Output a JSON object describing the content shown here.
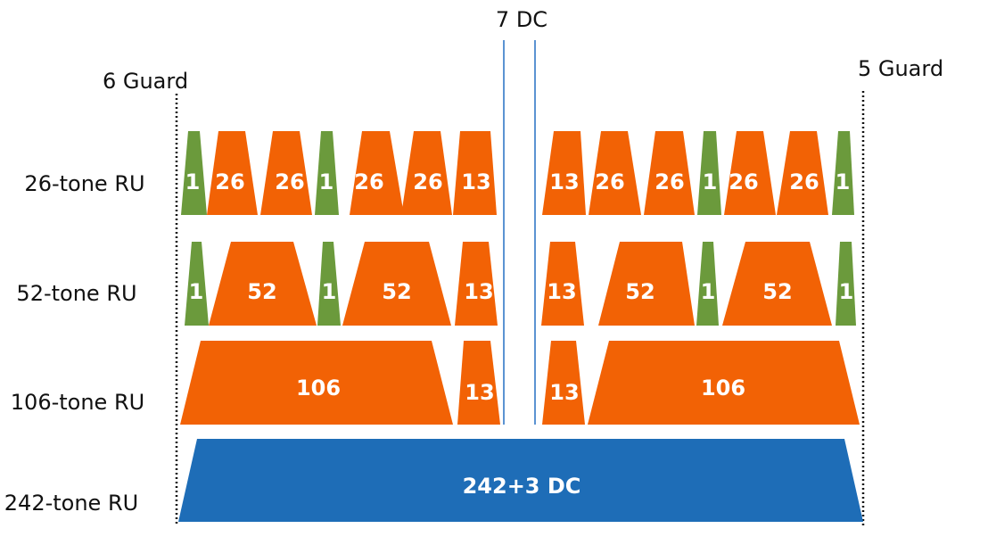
{
  "colors": {
    "orange": "#F26205",
    "green": "#6B9A3C",
    "blue": "#1E6DB7",
    "dc_line": "#5B93D2",
    "guard_line": "#111111"
  },
  "labels": {
    "dc": "7 DC",
    "guard_left": "6 Guard",
    "guard_right": "5 Guard"
  },
  "rows": [
    {
      "name": "26-tone RU",
      "chunks": [
        {
          "label": "1",
          "color": "green"
        },
        {
          "label": "26",
          "color": "orange"
        },
        {
          "label": "26",
          "color": "orange"
        },
        {
          "label": "1",
          "color": "green"
        },
        {
          "label": "26",
          "color": "orange"
        },
        {
          "label": "26",
          "color": "orange"
        },
        {
          "label": "13",
          "color": "orange"
        },
        {
          "label": "13",
          "color": "orange"
        },
        {
          "label": "26",
          "color": "orange"
        },
        {
          "label": "26",
          "color": "orange"
        },
        {
          "label": "1",
          "color": "green"
        },
        {
          "label": "26",
          "color": "orange"
        },
        {
          "label": "26",
          "color": "orange"
        },
        {
          "label": "1",
          "color": "green"
        }
      ]
    },
    {
      "name": "52-tone RU",
      "chunks": [
        {
          "label": "1",
          "color": "green"
        },
        {
          "label": "52",
          "color": "orange"
        },
        {
          "label": "1",
          "color": "green"
        },
        {
          "label": "52",
          "color": "orange"
        },
        {
          "label": "13",
          "color": "orange"
        },
        {
          "label": "13",
          "color": "orange"
        },
        {
          "label": "52",
          "color": "orange"
        },
        {
          "label": "1",
          "color": "green"
        },
        {
          "label": "52",
          "color": "orange"
        },
        {
          "label": "1",
          "color": "green"
        }
      ]
    },
    {
      "name": "106-tone RU",
      "chunks": [
        {
          "label": "106",
          "color": "orange"
        },
        {
          "label": "13",
          "color": "orange"
        },
        {
          "label": "13",
          "color": "orange"
        },
        {
          "label": "106",
          "color": "orange"
        }
      ]
    },
    {
      "name": "242-tone RU",
      "chunks": [
        {
          "label": "242+3 DC",
          "color": "blue"
        }
      ]
    }
  ]
}
